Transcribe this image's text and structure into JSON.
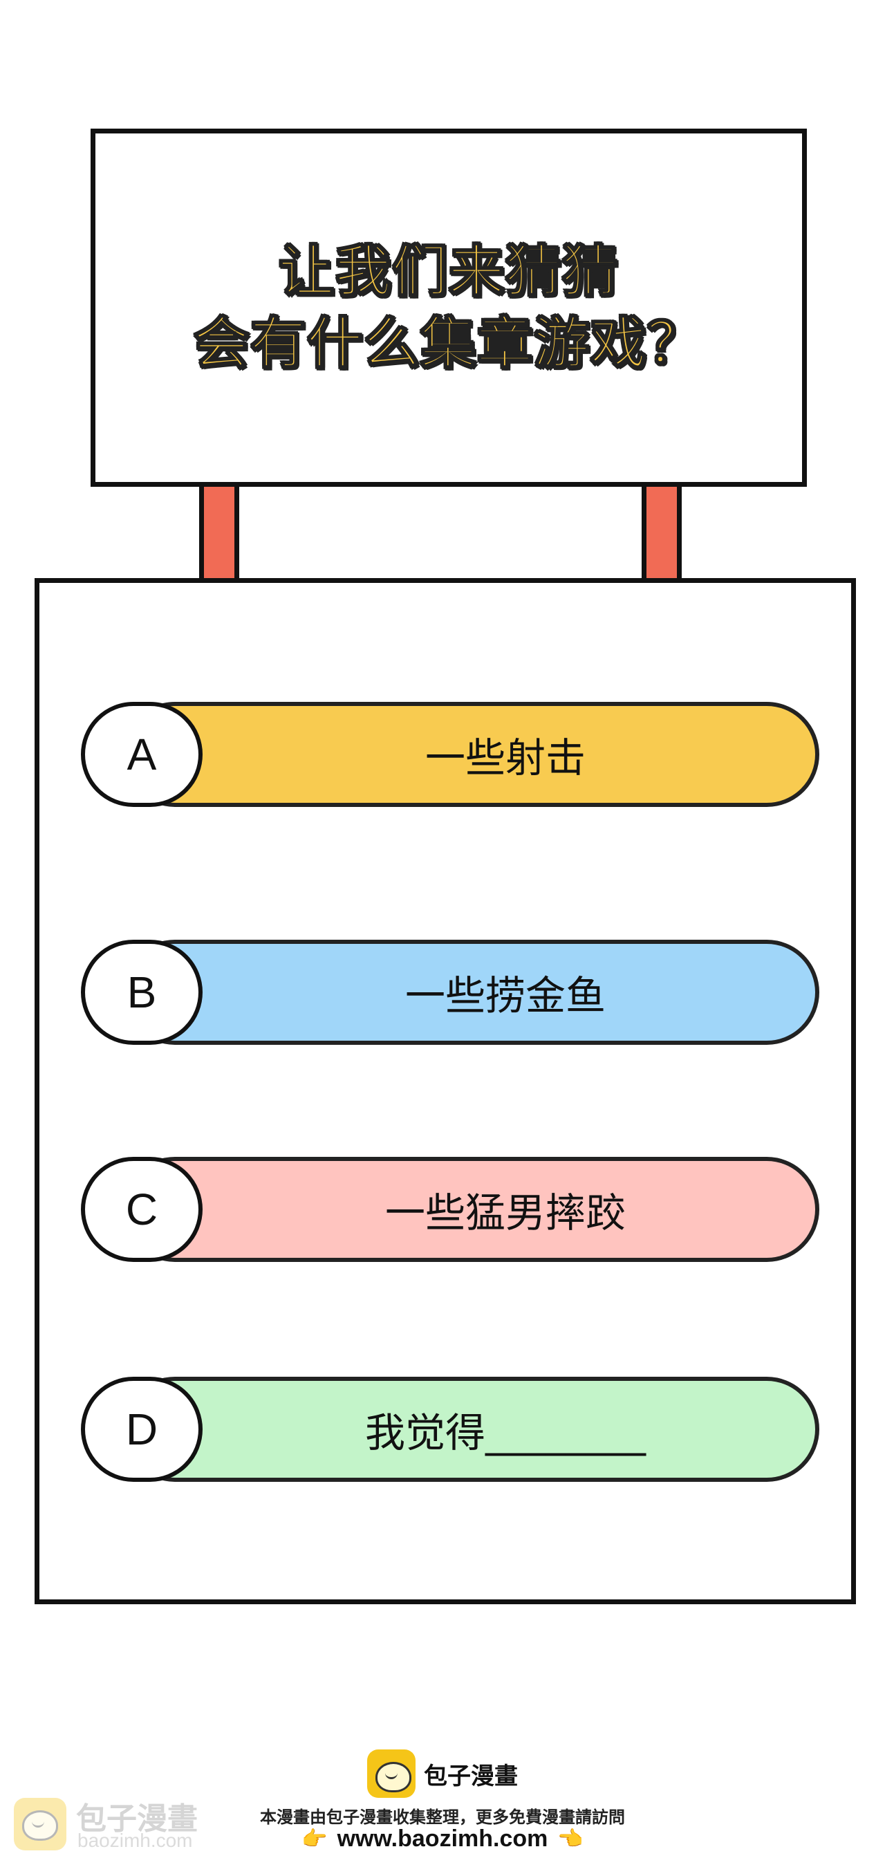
{
  "sign": {
    "line1": "让我们来猜猜",
    "line2": "会有什么集章游戏？"
  },
  "options": [
    {
      "letter": "A",
      "text": "一些射击",
      "color": "#f8cb50"
    },
    {
      "letter": "B",
      "text": "一些捞金鱼",
      "color": "#a0d6f9"
    },
    {
      "letter": "C",
      "text": "一些猛男摔跤",
      "color": "#ffc4bf"
    },
    {
      "letter": "D",
      "text": "我觉得________",
      "color": "#c3f4c9"
    }
  ],
  "colors": {
    "post": "#f16b55",
    "sign_text": "#f7c744"
  },
  "footer": {
    "brand": "包子漫畫",
    "note": "本漫畫由包子漫畫收集整理，更多免費漫畫請訪問",
    "url": "www.baozimh.com",
    "hand_left": "👉",
    "hand_right": "👈"
  },
  "watermark": {
    "name": "包子漫畫",
    "url": "baozimh.com"
  }
}
